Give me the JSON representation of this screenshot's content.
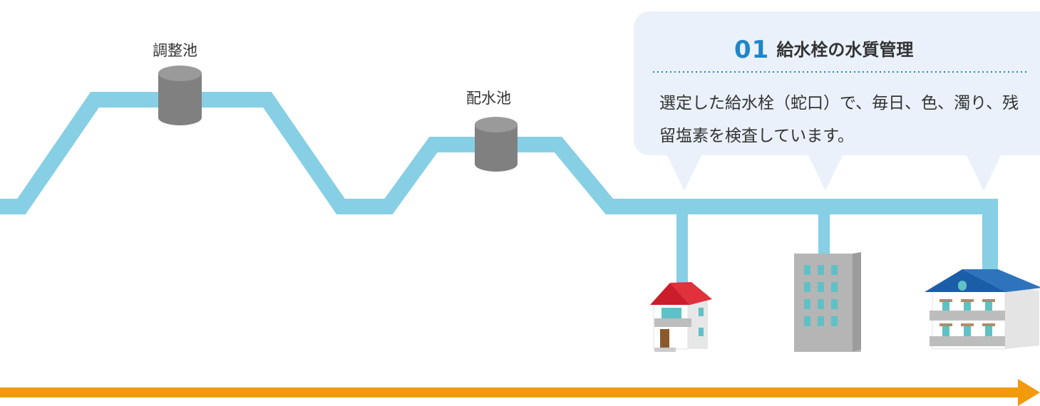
{
  "labels": {
    "chouseichi": "調整池",
    "haisuichi": "配水池"
  },
  "callout": {
    "number": "01",
    "title": "給水栓の水質管理",
    "body": "選定した給水栓（蛇口）で、毎日、色、濁り、残留塩素を検査しています。"
  },
  "colors": {
    "pipe": "#87cfe5",
    "tank": "#808080",
    "callout_bg": "#eaf1fa",
    "accent_number": "#1f86c8",
    "arrow": "#f29a0c",
    "roof_red": "#cc1d2b",
    "roof_blue": "#1b5ea8"
  }
}
